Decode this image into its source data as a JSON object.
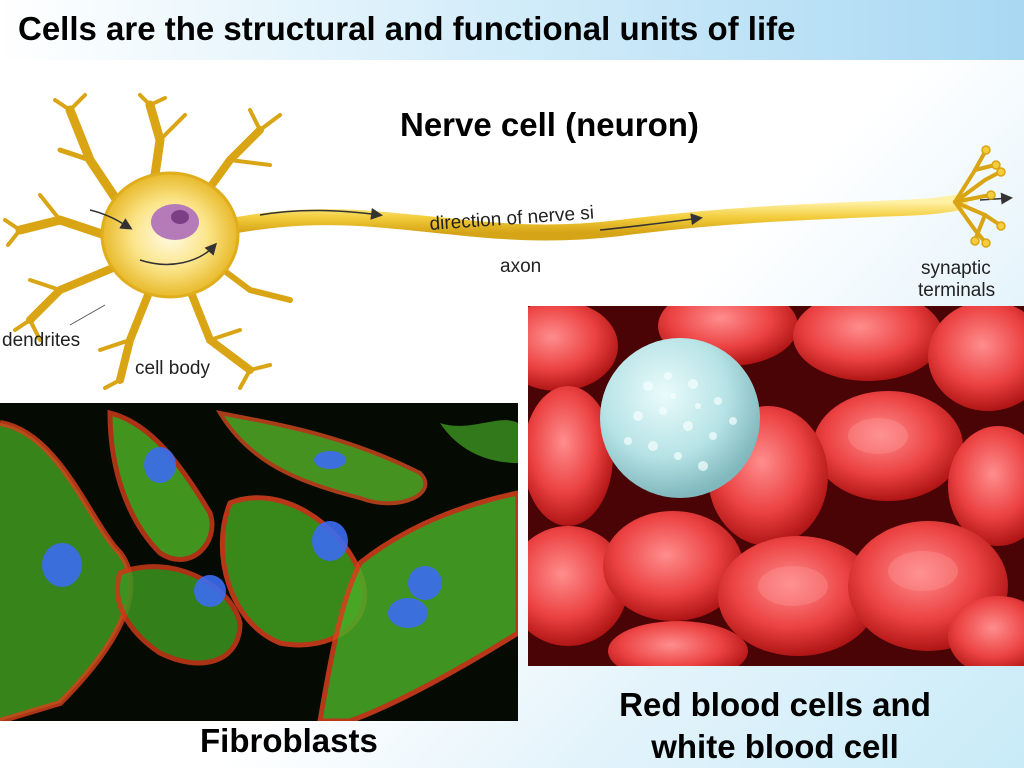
{
  "slide": {
    "title": "Cells are the structural and functional units of life"
  },
  "neuron": {
    "heading": "Nerve cell (neuron)",
    "labels": {
      "dendrites": "dendrites",
      "cell_body": "cell body",
      "direction": "direction of nerve si",
      "axon": "axon",
      "synaptic_line1": "synaptic",
      "synaptic_line2": "terminals"
    }
  },
  "fibroblasts": {
    "caption": "Fibroblasts"
  },
  "blood": {
    "caption_line1": "Red blood cells and",
    "caption_line2": "white blood cell"
  }
}
